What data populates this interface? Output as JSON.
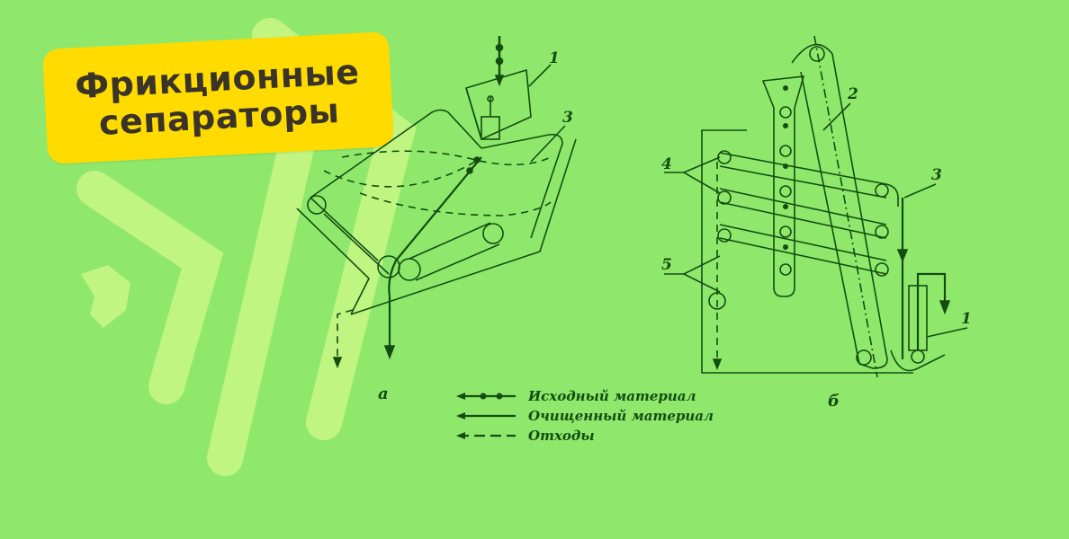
{
  "title": {
    "line1": "Фрикционные",
    "line2": "сепараторы"
  },
  "colors": {
    "background": "#8fe86c",
    "stripes": "#c0f582",
    "badge": "#ffdb00",
    "title_text": "#3a3328",
    "diagram_ink": "#134d10"
  },
  "diagram_a": {
    "caption": "а",
    "callouts": [
      "1",
      "3"
    ]
  },
  "diagram_b": {
    "caption": "б",
    "callouts": [
      "2",
      "3",
      "4",
      "5",
      "1"
    ]
  },
  "legend": {
    "items": [
      {
        "label": "Исходный материал",
        "line_style": "solid-with-dots"
      },
      {
        "label": "Очищенный материал",
        "line_style": "solid"
      },
      {
        "label": "Отходы",
        "line_style": "dashed"
      }
    ]
  }
}
